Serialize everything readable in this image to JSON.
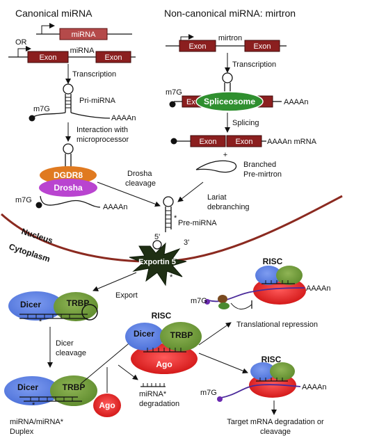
{
  "headers": {
    "canonical": "Canonical miRNA",
    "noncanonical": "Non-canonical miRNA: mirtron"
  },
  "canonical": {
    "gene_mirna": "miRNA",
    "or": "OR",
    "exon1": "Exon",
    "intronic_mirna": "miRNA",
    "exon2": "Exon",
    "transcription": "Transcription",
    "m7g_1": "m7G",
    "pri_mirna": "Pri-miRNA",
    "polya_1": "AAAAn",
    "interaction": [
      "Interaction with",
      "microprocessor"
    ],
    "dgdr8": "DGDR8",
    "drosha": "Drosha",
    "drosha_cleavage": [
      "Drosha",
      "cleavage"
    ],
    "m7g_2": "m7G",
    "polya_2": "AAAAn"
  },
  "mirtron": {
    "exon1": "Exon",
    "mirtron": "mirtron",
    "exon2": "Exon",
    "transcription": "Transcription",
    "m7g": "m7G",
    "spliceosome": "Spliceosome",
    "exon_behind": "Ex",
    "polya": "AAAAn",
    "splicing": "Splicing",
    "exon3": "Exon",
    "exon4": "Exon",
    "polya_mrna": "AAAAn mRNA",
    "plus": "+",
    "branched": [
      "Branched",
      "Pre-mirtron"
    ],
    "lariat": [
      "Lariat",
      "debranching"
    ]
  },
  "center": {
    "pre_mirna": "Pre-miRNA",
    "five_prime": "5'",
    "three_prime": "3'",
    "star": "*",
    "nucleus": "Nucleus",
    "cytoplasm": "Cytoplasm",
    "exportin": "Exportin 5",
    "export": "Export"
  },
  "lower": {
    "dicer1": "Dicer",
    "trbp1": "TRBP",
    "dicer_cleavage": [
      "Dicer",
      "cleavage"
    ],
    "dicer2": "Dicer",
    "trbp2": "TRBP",
    "duplex": [
      "miRNA/miRNA*",
      "Duplex"
    ],
    "ago_free": "Ago",
    "mirna_star": "miRNA*",
    "degradation": "degradation",
    "risc_main": "RISC",
    "dicer3": "Dicer",
    "trbp3": "TRBP",
    "ago_main": "Ago",
    "risc_top": "RISC",
    "m7g_top": "m7G",
    "polya_top": "AAAAn",
    "translational": "Translational repression",
    "risc_bottom": "RISC",
    "m7g_bottom": "m7G",
    "polya_bottom": "AAAAn",
    "target": [
      "Target mRNA degradation or",
      "cleavage"
    ]
  },
  "colors": {
    "exon": "#8b1f1f",
    "mirna_box": "#b54a4a",
    "spliceosome": "#2f8f2f",
    "dgdr8": "#e07a20",
    "drosha": "#b944d0",
    "dicer": "#5a7fe0",
    "trbp": "#6f9a3a",
    "ago": "#e02020",
    "membrane": "#8b2a20",
    "exportin": "#1f2f14"
  }
}
